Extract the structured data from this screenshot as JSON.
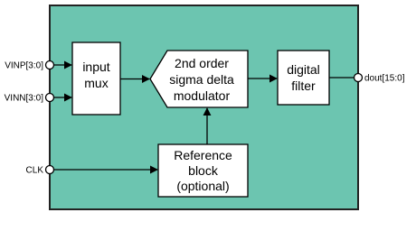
{
  "diagram": {
    "colors": {
      "chip_fill": "#6cc5b0",
      "chip_stroke": "#222222",
      "block_fill": "#ffffff",
      "line": "#000000"
    },
    "blocks": {
      "input_mux": {
        "line1": "input",
        "line2": "mux"
      },
      "modulator": {
        "line1": "2nd order",
        "line2": "sigma delta",
        "line3": "modulator"
      },
      "digital_filter": {
        "line1": "digital",
        "line2": "filter"
      },
      "reference_block": {
        "line1": "Reference",
        "line2": "block",
        "line3": "(optional)"
      }
    },
    "ports": {
      "vinp": "VINP[3:0]",
      "vinn": "VINN[3:0]",
      "clk": "CLK",
      "dout": "dout[15:0]"
    }
  }
}
